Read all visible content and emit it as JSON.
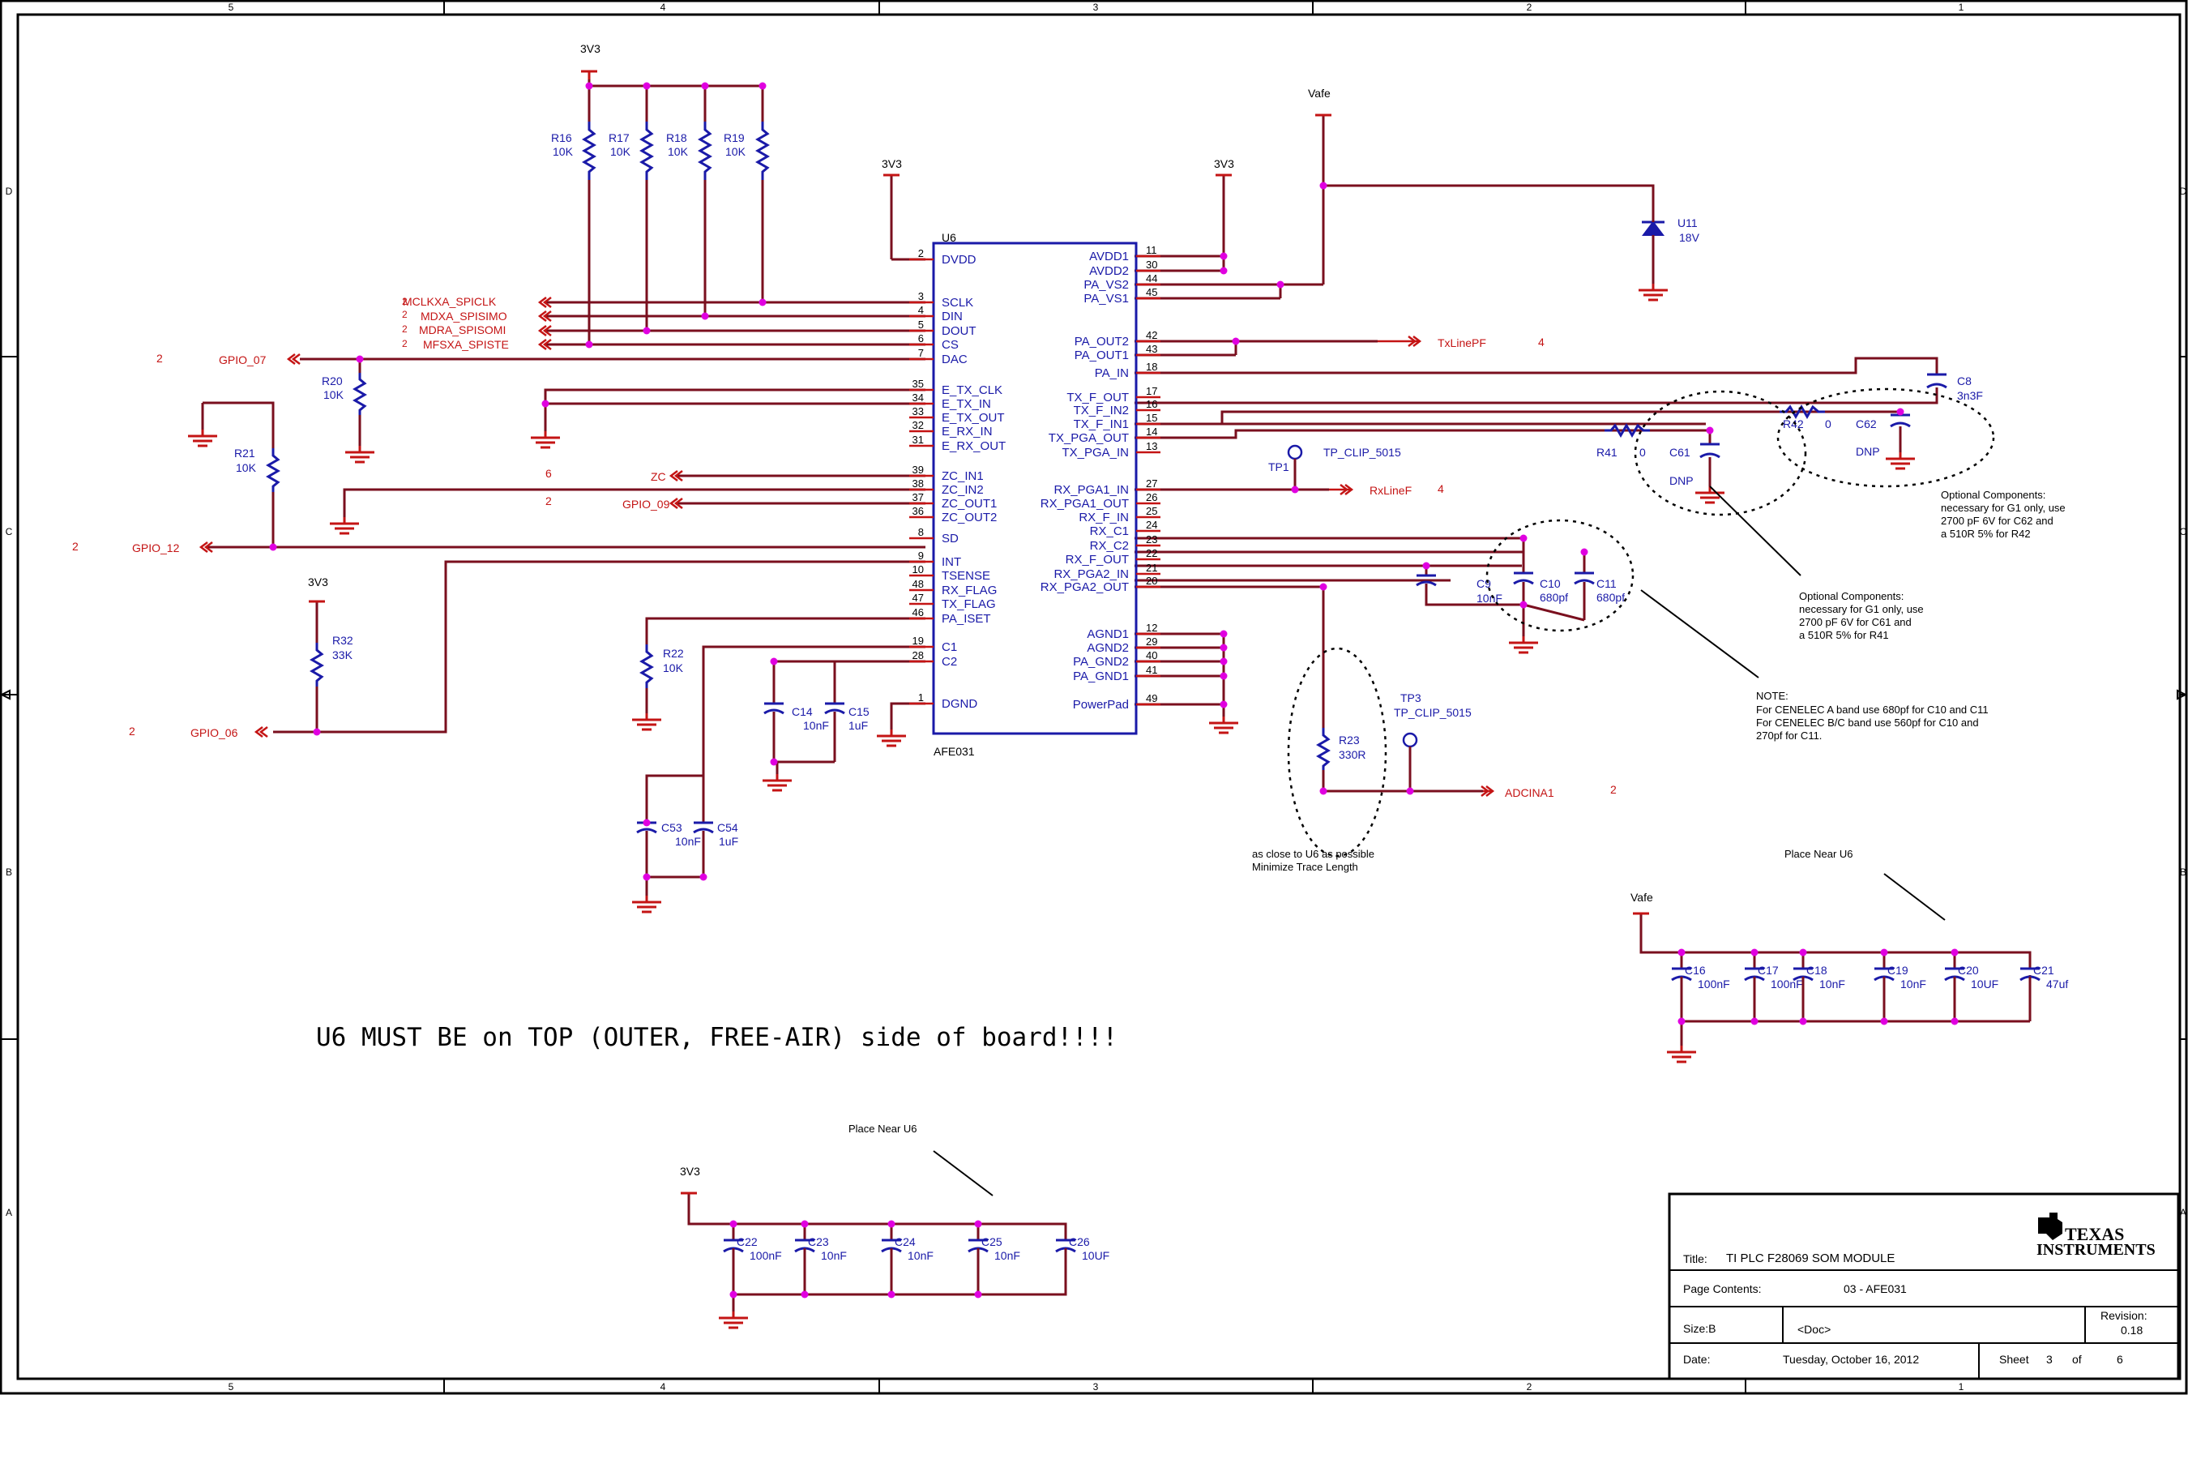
{
  "border": {
    "cols": [
      "5",
      "4",
      "3",
      "2",
      "1"
    ],
    "rows": [
      "D",
      "C",
      "B",
      "A"
    ]
  },
  "title_block": {
    "title_label": "Title:",
    "title": "TI PLC F28069 SOM MODULE",
    "page_contents_label": "Page Contents:",
    "page_contents": "03 - AFE031",
    "size_label": "Size:B",
    "doc": "<Doc>",
    "revision_label": "Revision:",
    "revision": "0.18",
    "date_label": "Date:",
    "date": "Tuesday, October 16, 2012",
    "sheet_label": "Sheet",
    "sheet_num": "3",
    "of_label": "of",
    "sheet_total": "6",
    "logo_line1": "TEXAS",
    "logo_line2": "INSTRUMENTS"
  },
  "ic": {
    "ref": "U6",
    "part": "AFE031",
    "left_pins": [
      {
        "num": "2",
        "name": "DVDD"
      },
      {
        "num": "3",
        "name": "SCLK"
      },
      {
        "num": "4",
        "name": "DIN"
      },
      {
        "num": "5",
        "name": "DOUT"
      },
      {
        "num": "6",
        "name": "CS"
      },
      {
        "num": "7",
        "name": "DAC"
      },
      {
        "num": "35",
        "name": "E_TX_CLK"
      },
      {
        "num": "34",
        "name": "E_TX_IN"
      },
      {
        "num": "33",
        "name": "E_TX_OUT"
      },
      {
        "num": "32",
        "name": "E_RX_IN"
      },
      {
        "num": "31",
        "name": "E_RX_OUT"
      },
      {
        "num": "39",
        "name": "ZC_IN1"
      },
      {
        "num": "38",
        "name": "ZC_IN2"
      },
      {
        "num": "37",
        "name": "ZC_OUT1"
      },
      {
        "num": "36",
        "name": "ZC_OUT2"
      },
      {
        "num": "8",
        "name": "SD"
      },
      {
        "num": "9",
        "name": "INT"
      },
      {
        "num": "10",
        "name": "TSENSE"
      },
      {
        "num": "48",
        "name": "RX_FLAG"
      },
      {
        "num": "47",
        "name": "TX_FLAG"
      },
      {
        "num": "46",
        "name": "PA_ISET"
      },
      {
        "num": "19",
        "name": "C1"
      },
      {
        "num": "28",
        "name": "C2"
      },
      {
        "num": "1",
        "name": "DGND"
      }
    ],
    "right_pins": [
      {
        "num": "11",
        "name": "AVDD1"
      },
      {
        "num": "30",
        "name": "AVDD2"
      },
      {
        "num": "44",
        "name": "PA_VS2"
      },
      {
        "num": "45",
        "name": "PA_VS1"
      },
      {
        "num": "42",
        "name": "PA_OUT2"
      },
      {
        "num": "43",
        "name": "PA_OUT1"
      },
      {
        "num": "18",
        "name": "PA_IN"
      },
      {
        "num": "17",
        "name": "TX_F_OUT"
      },
      {
        "num": "16",
        "name": "TX_F_IN2"
      },
      {
        "num": "15",
        "name": "TX_F_IN1"
      },
      {
        "num": "14",
        "name": "TX_PGA_OUT"
      },
      {
        "num": "13",
        "name": "TX_PGA_IN"
      },
      {
        "num": "27",
        "name": "RX_PGA1_IN"
      },
      {
        "num": "26",
        "name": "RX_PGA1_OUT"
      },
      {
        "num": "25",
        "name": "RX_F_IN"
      },
      {
        "num": "24",
        "name": "RX_C1"
      },
      {
        "num": "23",
        "name": "RX_C2"
      },
      {
        "num": "22",
        "name": "RX_F_OUT"
      },
      {
        "num": "21",
        "name": "RX_PGA2_IN"
      },
      {
        "num": "20",
        "name": "RX_PGA2_OUT"
      },
      {
        "num": "12",
        "name": "AGND1"
      },
      {
        "num": "29",
        "name": "AGND2"
      },
      {
        "num": "40",
        "name": "PA_GND2"
      },
      {
        "num": "41",
        "name": "PA_GND1"
      },
      {
        "num": "49",
        "name": "PowerPad"
      }
    ]
  },
  "nets": {
    "v3v3": "3V3",
    "vafe": "Vafe",
    "mclk": "MCLKXA_SPICLK",
    "mdx": "MDXA_SPISIMO",
    "mdr": "MDRA_SPISOMI",
    "mfsx": "MFSXA_SPISTE",
    "gpio07": "GPIO_07",
    "gpio12": "GPIO_12",
    "gpio06": "GPIO_06",
    "gpio09": "GPIO_09",
    "zc": "ZC",
    "txlinepf": "TxLinePF",
    "rxlinef": "RxLineF",
    "adcina1": "ADCINA1",
    "sheet2": "2",
    "sheet4": "4",
    "sheet6": "6",
    "tp_clip": "TP_CLIP_5015"
  },
  "parts": {
    "R16": {
      "ref": "R16",
      "val": "10K"
    },
    "R17": {
      "ref": "R17",
      "val": "10K"
    },
    "R18": {
      "ref": "R18",
      "val": "10K"
    },
    "R19": {
      "ref": "R19",
      "val": "10K"
    },
    "R20": {
      "ref": "R20",
      "val": "10K"
    },
    "R21": {
      "ref": "R21",
      "val": "10K"
    },
    "R22": {
      "ref": "R22",
      "val": "10K"
    },
    "R32": {
      "ref": "R32",
      "val": "33K"
    },
    "R23": {
      "ref": "R23",
      "val": "330R"
    },
    "R41": {
      "ref": "R41",
      "val": "0"
    },
    "R42": {
      "ref": "R42",
      "val": "0"
    },
    "U11": {
      "ref": "U11",
      "val": "18V"
    },
    "C8": {
      "ref": "C8",
      "val": "3n3F"
    },
    "C9": {
      "ref": "C9",
      "val": "10nF"
    },
    "C10": {
      "ref": "C10",
      "val": "680pf"
    },
    "C11": {
      "ref": "C11",
      "val": "680pf"
    },
    "C14": {
      "ref": "C14",
      "val": "10nF"
    },
    "C15": {
      "ref": "C15",
      "val": "1uF"
    },
    "C53": {
      "ref": "C53",
      "val": "10nF"
    },
    "C54": {
      "ref": "C54",
      "val": "1uF"
    },
    "C61": {
      "ref": "C61",
      "val": "DNP"
    },
    "C62": {
      "ref": "C62",
      "val": "DNP"
    },
    "C16": {
      "ref": "C16",
      "val": "100nF"
    },
    "C17": {
      "ref": "C17",
      "val": "100nF"
    },
    "C18": {
      "ref": "C18",
      "val": "10nF"
    },
    "C19": {
      "ref": "C19",
      "val": "10nF"
    },
    "C20": {
      "ref": "C20",
      "val": "10UF"
    },
    "C21": {
      "ref": "C21",
      "val": "47uf"
    },
    "C22": {
      "ref": "C22",
      "val": "100nF"
    },
    "C23": {
      "ref": "C23",
      "val": "10nF"
    },
    "C24": {
      "ref": "C24",
      "val": "10nF"
    },
    "C25": {
      "ref": "C25",
      "val": "10nF"
    },
    "C26": {
      "ref": "C26",
      "val": "10UF"
    },
    "TP1": {
      "ref": "TP1"
    },
    "TP3": {
      "ref": "TP3"
    }
  },
  "notes": {
    "warning": "U6 MUST BE on TOP (OUTER, FREE-AIR) side of board!!!!",
    "opt42": [
      "Optional Components:",
      "necessary for G1 only, use",
      "2700 pF 6V for C62 and",
      "a 510R 5% for R42"
    ],
    "opt41": [
      "Optional Components:",
      "necessary for G1 only, use",
      "2700 pF 6V for C61 and",
      "a 510R 5% for R41"
    ],
    "cenelec": [
      "NOTE:",
      "For CENELEC A band use 680pf for C10 and C11",
      "For CENELEC B/C band use 560pf for C10 and",
      "270pf for C11."
    ],
    "close": [
      "as close to U6 as possible",
      "Minimize Trace Length"
    ],
    "place1": "Place Near U6",
    "place2": "Place Near U6"
  }
}
